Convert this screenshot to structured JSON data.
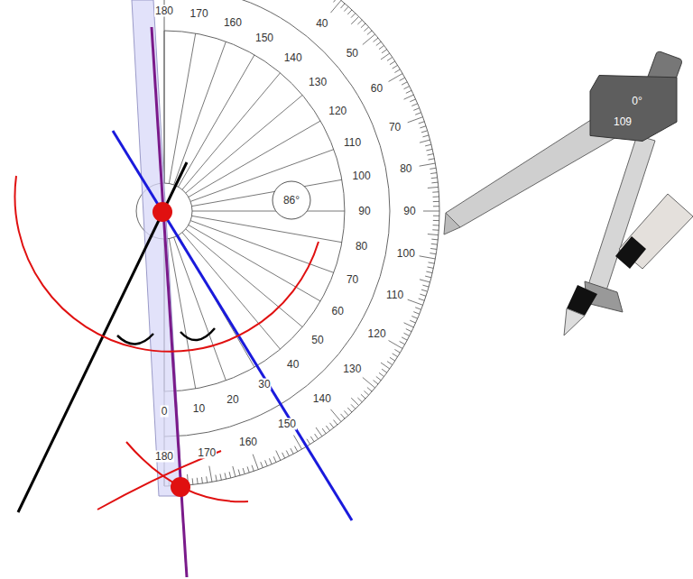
{
  "diagram": {
    "nodes": [
      {
        "text": [
          "86°"
        ]
      },
      {
        "text": [
          "0°",
          "109"
        ]
      }
    ],
    "labels": [
      "180",
      "170",
      "160",
      "150",
      "140",
      "130",
      "120",
      "110",
      "100",
      "90",
      "80",
      "70",
      "60",
      "50",
      "40",
      "30",
      "20",
      "10",
      "0",
      "40",
      "50",
      "60",
      "70",
      "80",
      "90",
      "100",
      "110",
      "120",
      "130",
      "140",
      "150",
      "160",
      "170",
      "180"
    ]
  }
}
